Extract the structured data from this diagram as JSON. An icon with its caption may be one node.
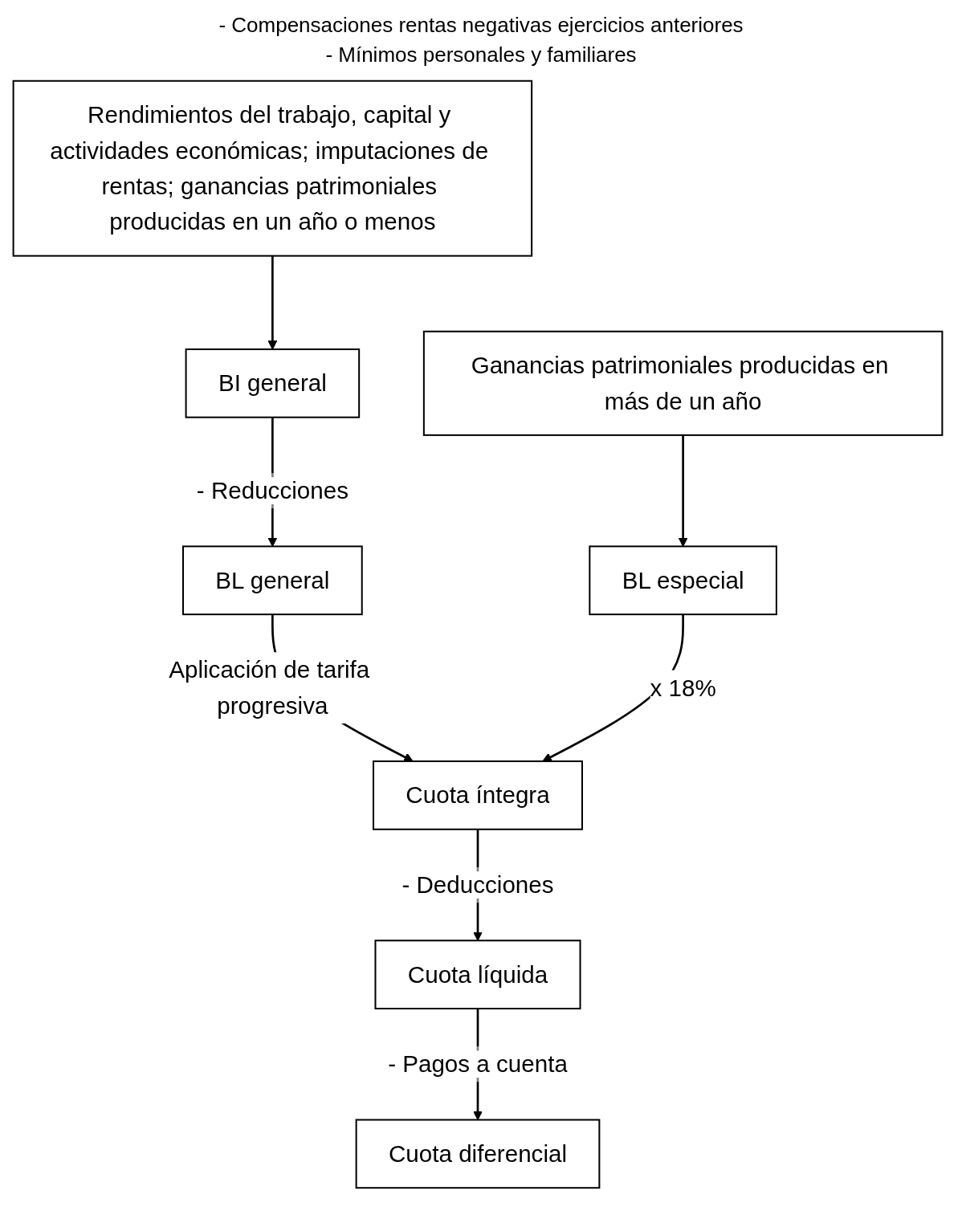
{
  "diagram": {
    "nodes": [
      {
        "text": [
          "Rendimientos del trabajo, capital y actividades económicas; imputaciones de rentas; ganancias patrimoniales producidas en un año o menos"
        ]
      },
      {
        "text": [
          "Ganancias patrimoniales producidas en más de un año"
        ]
      },
      {
        "text": [
          "BI general"
        ]
      },
      {
        "text": [
          "BL general"
        ]
      },
      {
        "text": [
          "BL especial"
        ]
      },
      {
        "text": [
          "Cuota íntegra"
        ]
      },
      {
        "text": [
          "Cuota líquida"
        ]
      },
      {
        "text": [
          "Cuota diferencial"
        ]
      }
    ],
    "edges": [
      {
        "from": 0,
        "to": 2,
        "arrow": "to"
      },
      {
        "from": 1,
        "to": 4,
        "arrow": "to"
      },
      {
        "from": 2,
        "to": 3,
        "arrow": "to",
        "label": "- Reducciones"
      },
      {
        "from": 3,
        "to": 5,
        "arrow": "to",
        "label": "Aplicación de tarifa progresiva"
      },
      {
        "from": 4,
        "to": 5,
        "arrow": "to",
        "label": "x 18%"
      },
      {
        "from": 5,
        "to": 6,
        "arrow": "to",
        "label": "- Deducciones"
      },
      {
        "from": 6,
        "to": 7,
        "arrow": "to",
        "label": "- Pagos a cuenta"
      }
    ],
    "labels": [
      "- Compensaciones rentas negativas ejercicios anteriores",
      "- Mínimos personales y familiares"
    ]
  }
}
